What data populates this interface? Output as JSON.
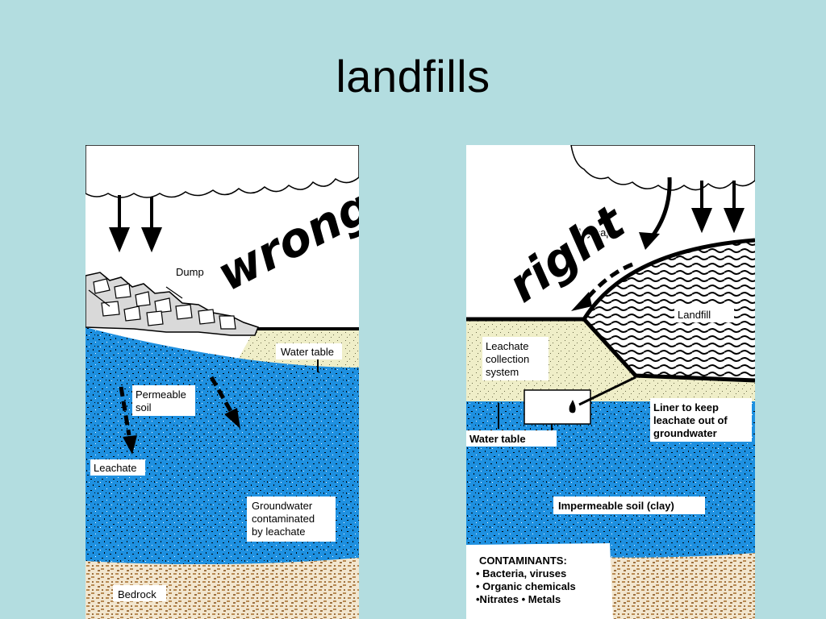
{
  "title": "landfills",
  "colors": {
    "background": "#b3dde0",
    "groundwater": "#1e90e0",
    "permeable_soil": "#efeec8",
    "bedrock": "#d8b788",
    "cloud": "#ffffff"
  },
  "wrong_panel": {
    "heading": "wrong",
    "labels": {
      "dump": "Dump",
      "water_table": "Water table",
      "permeable_soil_line1": "Permeable",
      "permeable_soil_line2": "soil",
      "leachate": "Leachate",
      "groundwater_line1": "Groundwater",
      "groundwater_line2": "contaminated",
      "groundwater_line3": "by leachate",
      "bedrock": "Bedrock"
    }
  },
  "right_panel": {
    "heading": "right",
    "labels": {
      "clay_cap": "Clay cap",
      "landfill": "Landfill",
      "leachate_line1": "Leachate",
      "leachate_line2": "collection",
      "leachate_line3": "system",
      "liner_line1": "Liner to keep",
      "liner_line2": "leachate out of",
      "liner_line3": "groundwater",
      "water_table": "Water table",
      "impermeable": "Impermeable soil (clay)",
      "contaminants_title": "CONTAMINANTS:",
      "contaminants_1": "• Bacteria, viruses",
      "contaminants_2": "• Organic chemicals",
      "contaminants_3": "•Nitrates • Metals"
    }
  }
}
